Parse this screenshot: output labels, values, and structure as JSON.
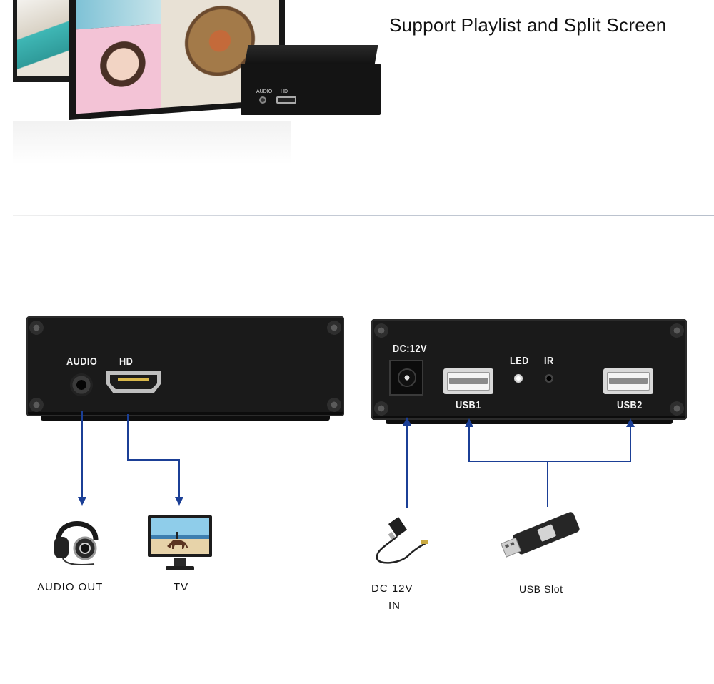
{
  "banner": {
    "headline": "Support Playlist and Split Screen",
    "minibox_labels": {
      "audio": "AUDIO",
      "hd": "HD"
    }
  },
  "front_panel": {
    "audio_label": "AUDIO",
    "hd_label": "HD"
  },
  "rear_panel": {
    "dc_label": "DC:12V",
    "led_label": "LED",
    "ir_label": "IR",
    "usb1_label": "USB1",
    "usb2_label": "USB2"
  },
  "peripherals": {
    "audio_out": "AUDIO OUT",
    "tv": "TV",
    "dc_in_line1": "DC 12V",
    "dc_in_line2": "IN",
    "usb_slot": "USB Slot"
  },
  "colors": {
    "connector_line": "#1b3f96",
    "device_body": "#1a1a1a",
    "background": "#ffffff"
  },
  "icons": [
    "headphones-icon",
    "tv-monitor-icon",
    "power-adapter-icon",
    "usb-flash-drive-icon",
    "screw-icon"
  ]
}
